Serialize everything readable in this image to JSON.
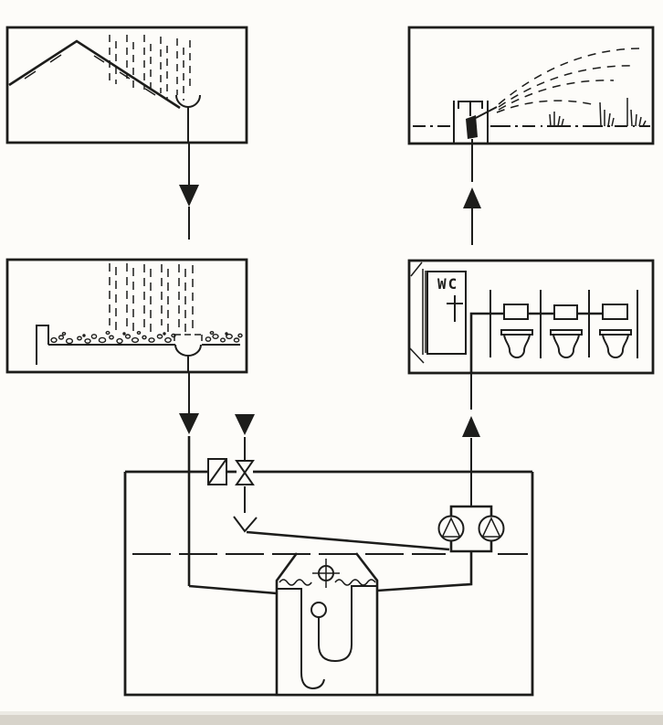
{
  "labels": {
    "wc": "WC"
  },
  "colors": {
    "ink": "#1d1d1b",
    "paper": "#fdfcf9",
    "scan_shadow": "#d7d3ca"
  },
  "components": {
    "roof_box": "roof rain collection with gutter",
    "filter_box": "gravel filter bed with rain and collector drain",
    "sprinkler_box": "garden irrigation sprinkler",
    "wc_box": "WC room with three flushing toilets",
    "plant_room": "storage tank room",
    "tank": "storage tank with calmed inlet and floating suction ball",
    "pumps": "twin pump set",
    "mains_valve": "mains top-up: backflow device, shut-off valve, free-outlet funnel",
    "water_level": "dashed water level line"
  },
  "flows": [
    {
      "from": "roof-gutter",
      "to": "filter",
      "direction": "down"
    },
    {
      "from": "filter",
      "to": "tank",
      "direction": "down"
    },
    {
      "from": "mains-supply",
      "to": "funnel",
      "direction": "down"
    },
    {
      "from": "pumps",
      "to": "wc-cisterns",
      "direction": "up"
    },
    {
      "from": "riser",
      "to": "sprinkler",
      "direction": "up"
    }
  ]
}
